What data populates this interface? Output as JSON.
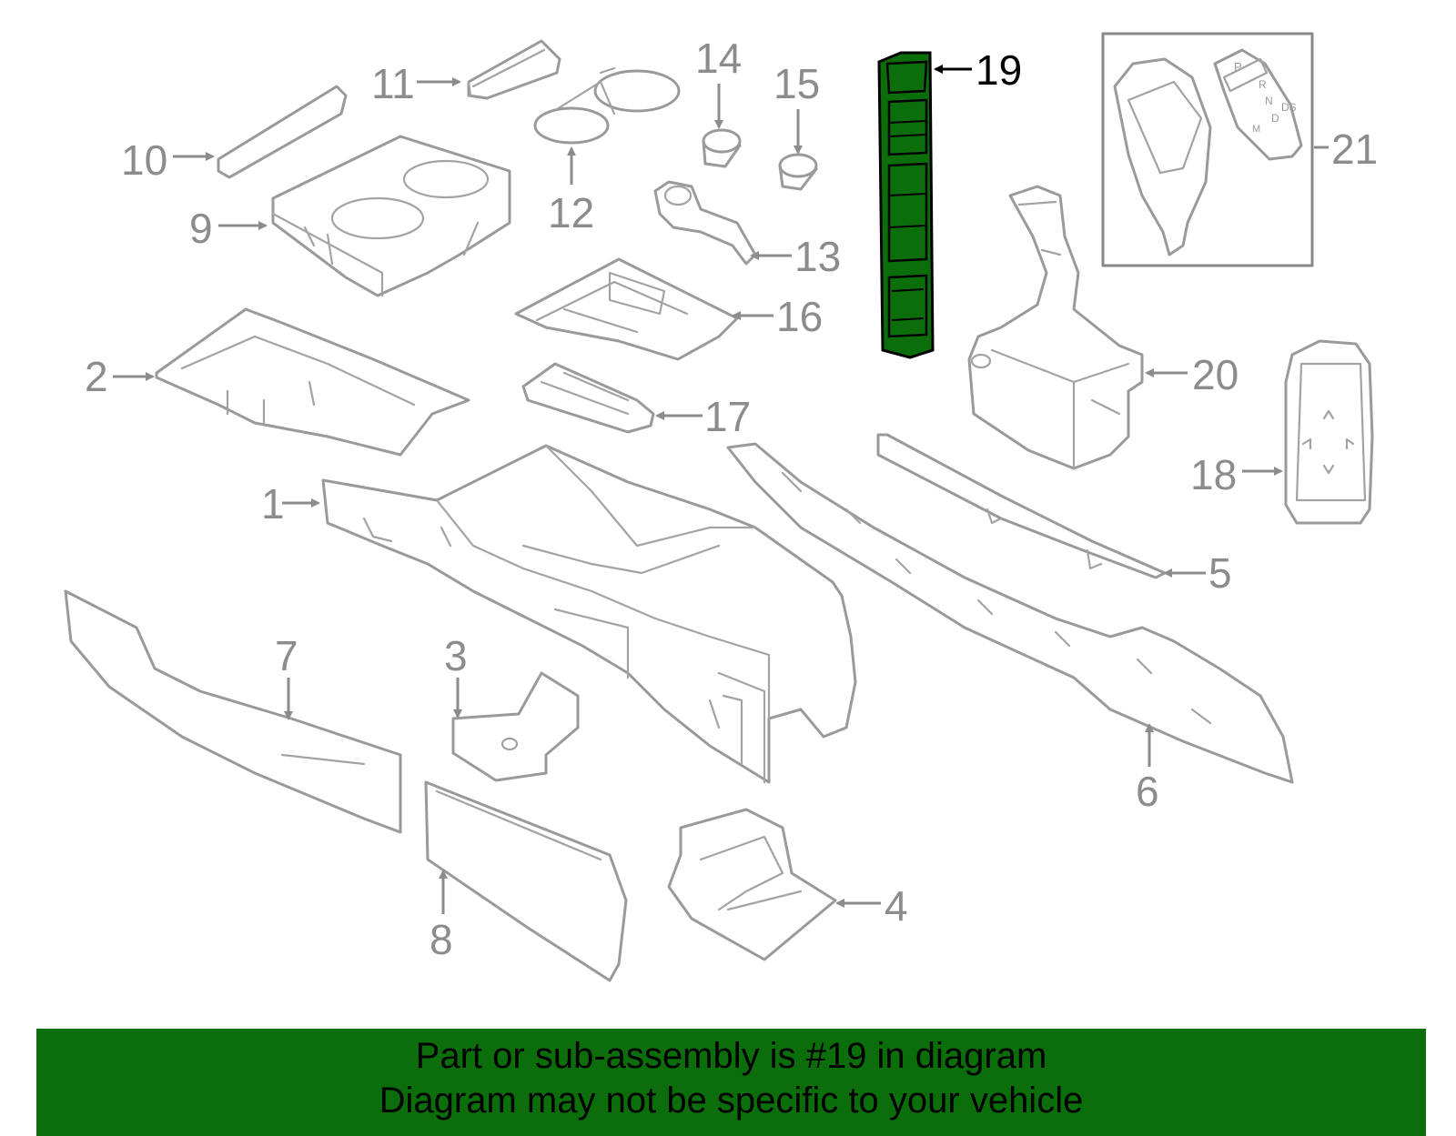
{
  "callouts": [
    "1",
    "2",
    "3",
    "4",
    "5",
    "6",
    "7",
    "8",
    "9",
    "10",
    "11",
    "12",
    "13",
    "14",
    "15",
    "16",
    "17",
    "18",
    "19",
    "20",
    "21"
  ],
  "highlighted_callout": "19",
  "highlight_color": "#0b6e0b",
  "banner": {
    "color": "#0b6e0b",
    "line1": "Part or sub-assembly is #19 in diagram",
    "line2": "Diagram may not be specific to your vehicle"
  },
  "gear_labels": {
    "p": "P",
    "r": "R",
    "n": "N",
    "d": "D",
    "m": "M",
    "ds": "DS"
  }
}
